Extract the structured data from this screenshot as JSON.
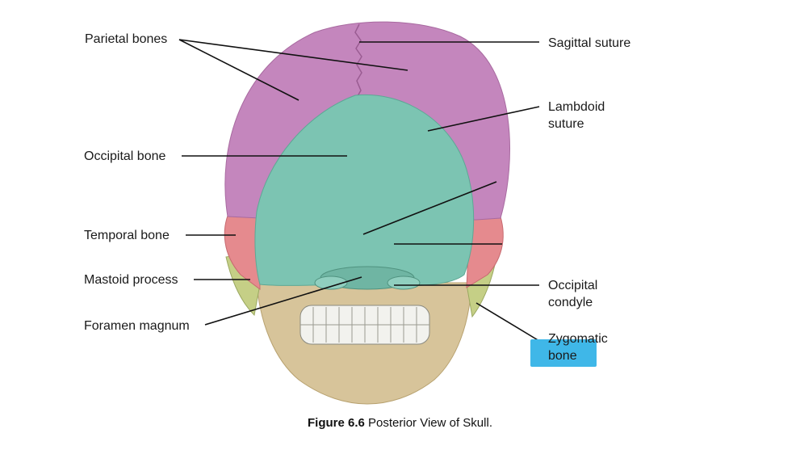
{
  "labels": {
    "parietal": "Parietal bones",
    "occipital_bone": "Occipital bone",
    "temporal": "Temporal bone",
    "mastoid": "Mastoid process",
    "foramen": "Foramen magnum",
    "sagittal": "Sagittal suture",
    "lambdoid": "Lambdoid suture",
    "condyle": "Occipital condyle",
    "zygomatic": "Zygomatic bone"
  },
  "caption": {
    "figure": "Figure 6.6",
    "text": " Posterior View of Skull."
  },
  "colors": {
    "parietal": "#c486bd",
    "occipital": "#7cc4b2",
    "temporal": "#e58a8e",
    "mastoid": "#c5cf86",
    "bone": "#d7c49a",
    "highlight": "#3fb7e8"
  }
}
